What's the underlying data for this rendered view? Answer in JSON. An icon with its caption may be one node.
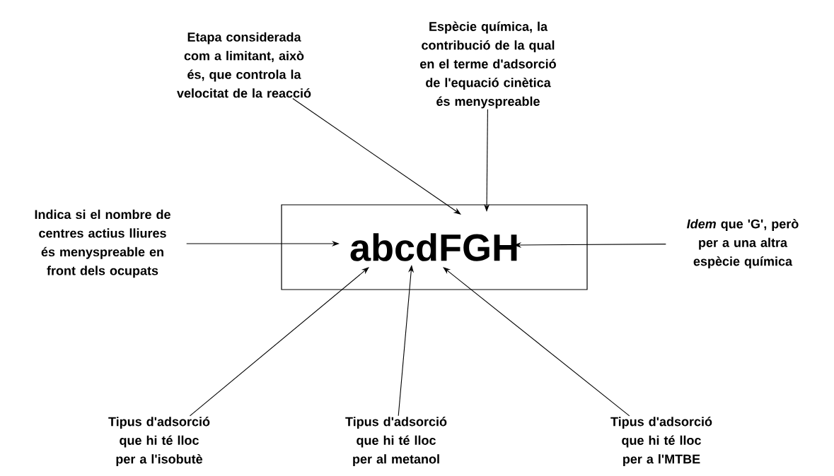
{
  "diagram": {
    "nodes": [
      {
        "text": [
          "Etapa considerada com a limitant, això és, que controla la velocitat de la reacció"
        ]
      },
      {
        "text": [
          "Espècie química, la contribució de la qual en el terme d'adsorció de l'equació cinètica és menyspreable"
        ]
      },
      {
        "text": [
          "Indica si el nombre de centres actius lliures és menyspreable en front dels ocupats"
        ]
      },
      {
        "text": [
          "abcdFGH"
        ]
      },
      {
        "text": [
          "*Idem* que 'G', però per a una altra espècie química"
        ]
      },
      {
        "text": [
          "Tipus d'adsorció que hi té lloc per a l'isobutè"
        ]
      },
      {
        "text": [
          "Tipus d'adsorció que hi té lloc per al metanol"
        ]
      },
      {
        "text": [
          "Tipus d'adsorció que hi té lloc per a l'MTBE"
        ]
      }
    ],
    "edges": [
      {
        "from": 0,
        "to": 3,
        "arrow": "to"
      },
      {
        "from": 1,
        "to": 3,
        "arrow": "to"
      },
      {
        "from": 2,
        "to": 3,
        "arrow": "to"
      },
      {
        "from": 4,
        "to": 3,
        "arrow": "to"
      },
      {
        "from": 5,
        "to": 3,
        "arrow": "to"
      },
      {
        "from": 6,
        "to": 3,
        "arrow": "to"
      },
      {
        "from": 7,
        "to": 3,
        "arrow": "to"
      }
    ]
  }
}
